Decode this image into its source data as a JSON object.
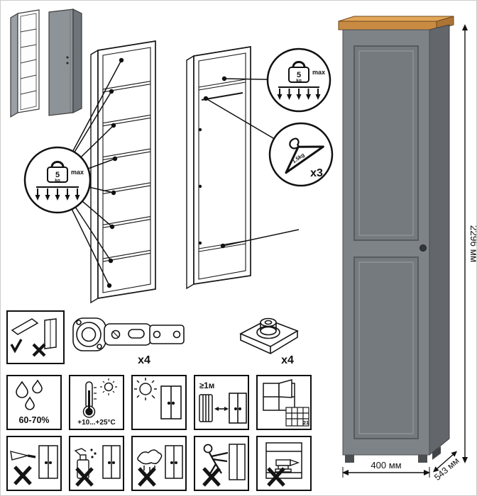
{
  "badges": {
    "weight": {
      "value": "5",
      "unit": "kg",
      "max": "max"
    },
    "hanger": {
      "weight": "1.5kg",
      "count": "x3"
    }
  },
  "hardware": {
    "hinge_qty": "x4",
    "foot_qty": "x4"
  },
  "care": {
    "humidity": "60-70%",
    "temperature": "+10...+25°C",
    "distance": "≥1м",
    "calendar": "21"
  },
  "dimensions": {
    "height": "2296 мм",
    "width": "400 мм",
    "depth": "543 мм"
  },
  "colors": {
    "cabinet_front": "#7e8387",
    "cabinet_side": "#63676b",
    "wood_top": "#c98a42",
    "line": "#111111"
  }
}
